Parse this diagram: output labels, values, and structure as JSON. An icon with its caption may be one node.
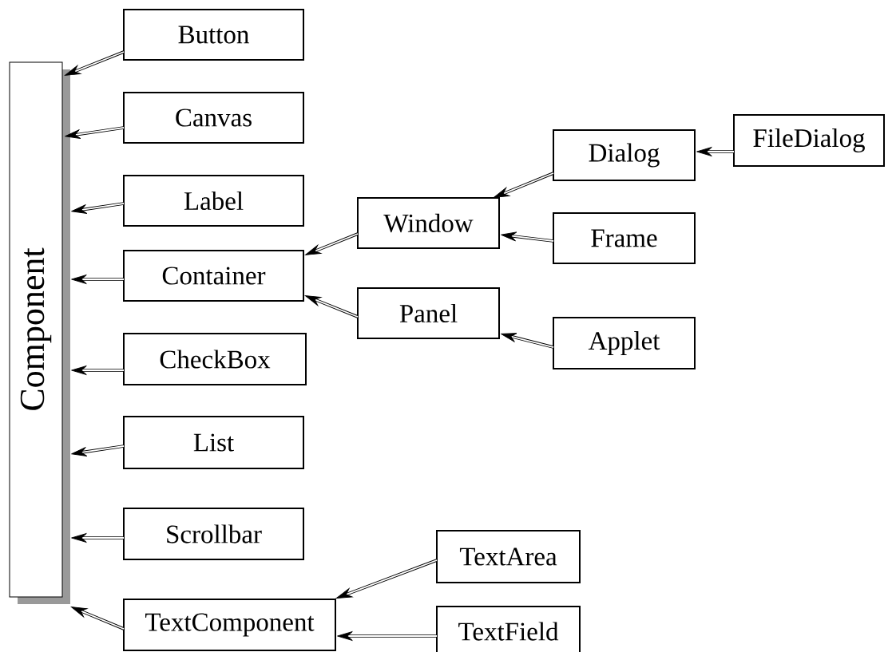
{
  "diagram": {
    "nodes": [
      {
        "text": [
          "Component"
        ]
      },
      {
        "text": [
          "Button"
        ]
      },
      {
        "text": [
          "Canvas"
        ]
      },
      {
        "text": [
          "Label"
        ]
      },
      {
        "text": [
          "Container"
        ]
      },
      {
        "text": [
          "CheckBox"
        ]
      },
      {
        "text": [
          "List"
        ]
      },
      {
        "text": [
          "Scrollbar"
        ]
      },
      {
        "text": [
          "TextComponent"
        ]
      },
      {
        "text": [
          "Dialog"
        ]
      },
      {
        "text": [
          "FileDialog"
        ]
      },
      {
        "text": [
          "Window"
        ]
      },
      {
        "text": [
          "Frame"
        ]
      },
      {
        "text": [
          "Panel"
        ]
      },
      {
        "text": [
          "Applet"
        ]
      },
      {
        "text": [
          "TextArea"
        ]
      },
      {
        "text": [
          "TextField"
        ]
      }
    ],
    "edges": [
      {
        "from": 1,
        "to": 0,
        "arrow": "to"
      },
      {
        "from": 2,
        "to": 0,
        "arrow": "to"
      },
      {
        "from": 3,
        "to": 0,
        "arrow": "to"
      },
      {
        "from": 4,
        "to": 0,
        "arrow": "to"
      },
      {
        "from": 5,
        "to": 0,
        "arrow": "to"
      },
      {
        "from": 6,
        "to": 0,
        "arrow": "to"
      },
      {
        "from": 7,
        "to": 0,
        "arrow": "to"
      },
      {
        "from": 8,
        "to": 0,
        "arrow": "to"
      },
      {
        "from": 11,
        "to": 4,
        "arrow": "to"
      },
      {
        "from": 13,
        "to": 4,
        "arrow": "to"
      },
      {
        "from": 9,
        "to": 11,
        "arrow": "to"
      },
      {
        "from": 12,
        "to": 11,
        "arrow": "to"
      },
      {
        "from": 14,
        "to": 13,
        "arrow": "to"
      },
      {
        "from": 10,
        "to": 9,
        "arrow": "to"
      },
      {
        "from": 15,
        "to": 8,
        "arrow": "to"
      },
      {
        "from": 16,
        "to": 8,
        "arrow": "to"
      }
    ]
  }
}
